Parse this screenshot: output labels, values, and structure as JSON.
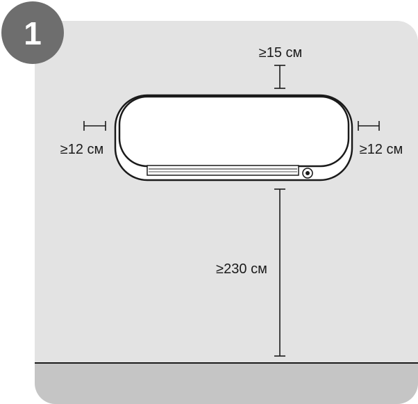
{
  "step_number": "1",
  "clearances": {
    "top": "≥15 см",
    "left": "≥12 см",
    "right": "≥12 см",
    "floor": "≥230 см"
  },
  "colors": {
    "wall": "#e3e3e3",
    "floor": "#c5c5c5",
    "badge": "#6e6e6e",
    "line": "#1a1a1a",
    "unit_body": "#ffffff"
  },
  "icons": [
    "air-conditioner-indoor-unit-icon",
    "step-badge-icon"
  ]
}
